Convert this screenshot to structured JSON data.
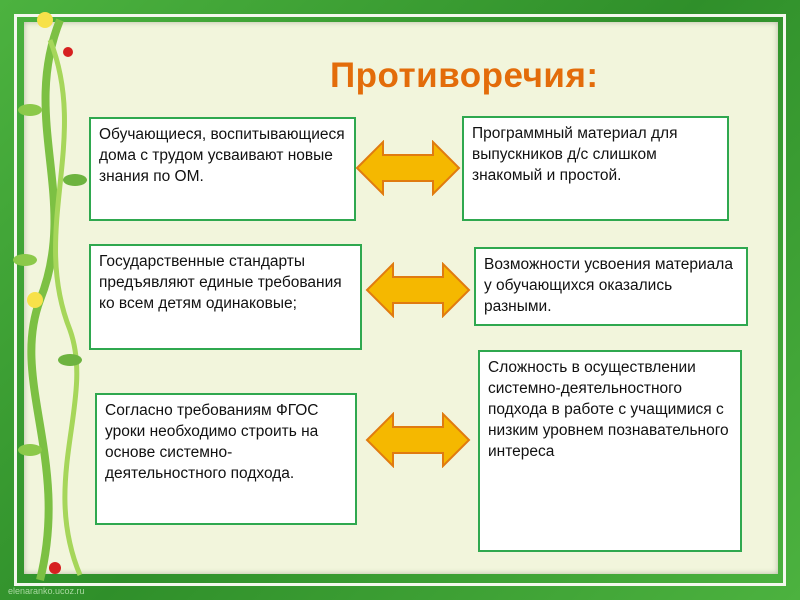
{
  "title": "Противоречия:",
  "rows": [
    {
      "left": "Обучающиеся, воспитывающиеся дома с трудом усваивают новые знания по ОМ.",
      "right": "Программный материал для выпускников д/с слишком знакомый и простой."
    },
    {
      "left": "Государственные стандарты предъявляют единые требования ко всем детям одинаковые;",
      "right": "Возможности усвоения материала у обучающихся оказались разными."
    },
    {
      "left": "Согласно требованиям ФГОС уроки необходимо строить на основе системно-деятельностного подхода.",
      "right": "Сложность в осуществлении системно-деятельностного подхода в работе  с учащимися с низким уровнем познавательного интереса"
    }
  ],
  "watermark": "elenaranko.ucoz.ru",
  "colors": {
    "title": "#e36c0a",
    "arrow_fill": "#f5b800",
    "arrow_stroke": "#e07b10",
    "box_border": "#2fa84f"
  }
}
